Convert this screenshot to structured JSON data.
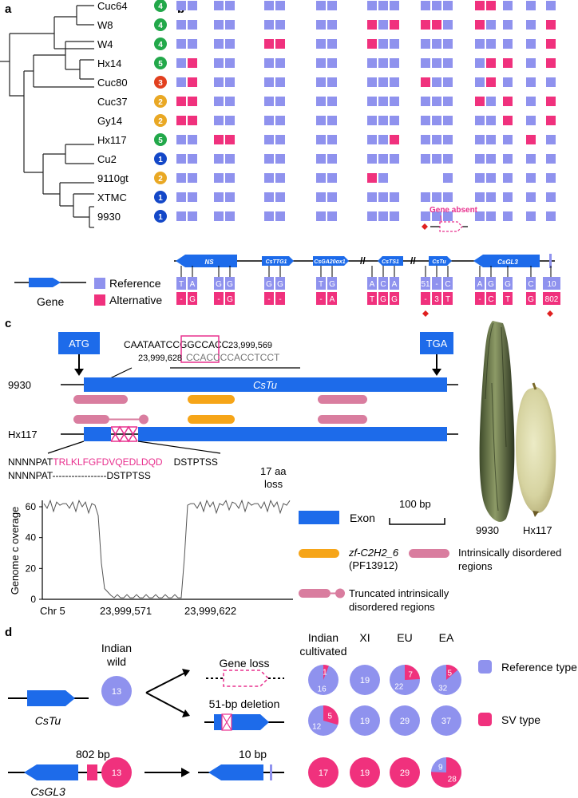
{
  "panel_labels": {
    "a": "a",
    "b": "b",
    "c": "c",
    "d": "d"
  },
  "colors": {
    "reference": "#8f92ee",
    "alternative": "#f0317d",
    "exon": "#1d6bea",
    "zf": "#f6a518",
    "idr": "#d97d9f",
    "cluster_green": "#22a84a",
    "cluster_red": "#e2401f",
    "cluster_orange": "#e9a824",
    "cluster_blue": "#1448c8",
    "magenta_text": "#e8308e"
  },
  "panel_a": {
    "accessions": [
      {
        "name": "Cuc64",
        "cluster": "4",
        "color": "green"
      },
      {
        "name": "W8",
        "cluster": "4",
        "color": "green"
      },
      {
        "name": "W4",
        "cluster": "4",
        "color": "green"
      },
      {
        "name": "Hx14",
        "cluster": "5",
        "color": "green"
      },
      {
        "name": "Cuc80",
        "cluster": "3",
        "color": "red"
      },
      {
        "name": "Cuc37",
        "cluster": "2",
        "color": "orange"
      },
      {
        "name": "Gy14",
        "cluster": "2",
        "color": "orange"
      },
      {
        "name": "Hx117",
        "cluster": "5",
        "color": "green"
      },
      {
        "name": "Cu2",
        "cluster": "1",
        "color": "blue"
      },
      {
        "name": "9110gt",
        "cluster": "2",
        "color": "orange"
      },
      {
        "name": "XTMC",
        "cluster": "1",
        "color": "blue"
      },
      {
        "name": "9930",
        "cluster": "1",
        "color": "blue"
      }
    ],
    "legend": {
      "gene": "Gene",
      "reference": "Reference",
      "alternative": "Alternative"
    }
  },
  "panel_b": {
    "genes": [
      "NS",
      "CsTTG1",
      "CsGA20ox1",
      "CsTS1",
      "CsTu",
      "CsGL3"
    ],
    "gene_absent_label": "Gene absent",
    "ref_alleles": [
      "T",
      "A",
      "G",
      "G",
      "G",
      "G",
      "T",
      "G",
      "A",
      "C",
      "A",
      "51",
      "-",
      "C",
      "A",
      "G",
      "G",
      "C",
      "10"
    ],
    "alt_alleles": [
      "-",
      "G",
      "-",
      "G",
      "-",
      "-",
      "-",
      "A",
      "T",
      "G",
      "G",
      "-",
      "3",
      "T",
      "-",
      "C",
      "T",
      "G",
      "802"
    ],
    "genotypes": [
      "0000000000000011000",
      "0000000010111010001",
      "0000110010000000001",
      "0100000000000001101",
      "0100000000010001000",
      "1100000000000010101",
      "1100000000000000101",
      "0011000000100000010",
      "0000000000000000000",
      "0000000010NNN000000",
      "0000000000000000000",
      "0000000000000000000"
    ]
  },
  "panel_c": {
    "atg": "ATG",
    "tga": "TGA",
    "seq_top": "CAATAATCCGGCCACC",
    "seq_top_pos": "23,999,569",
    "seq_bottom_pos": "23,999,628",
    "seq_bottom": "CCACCCCACCTCCT",
    "line_9930": "9930",
    "line_hx117": "Hx117",
    "gene_name": "CsTu",
    "aa_ref_prefix": "NNNNPAT",
    "aa_ref_deleted": "TRLKLFGFDVQEDLDQD",
    "aa_ref_suffix": "DSTPTSS",
    "aa_alt": "NNNNPAT-----------------DSTPTSS",
    "aa_loss": [
      "17 aa",
      "loss"
    ],
    "photo_labels": [
      "9930",
      "Hx117"
    ],
    "coverage": {
      "ylabel": "Genome c overage",
      "yticks": [
        "0",
        "20",
        "40",
        "60"
      ],
      "xticks": [
        "Chr 5",
        "23,999,571",
        "23,999,622"
      ],
      "high_level": 62,
      "dropout_level": 1
    },
    "legend": {
      "exon": "Exon",
      "scale": "100 bp",
      "zf_name": "zf-C2H2_6",
      "zf_pf": "(PF13912)",
      "idr": [
        "Intrinsically disordered",
        "regions"
      ],
      "truncated": [
        "Truncated intrinsically",
        "disordered regions"
      ]
    }
  },
  "panel_d": {
    "indian_wild": [
      "Indian",
      "wild"
    ],
    "headers": [
      "Indian\ncultivated",
      "XI",
      "EU",
      "EA"
    ],
    "gene_loss": "Gene loss",
    "deletion": "51-bp deletion",
    "cstu": "CsTu",
    "csgl3": "CsGL3",
    "bp802": "802 bp",
    "bp10": "10 bp",
    "legend": {
      "ref": "Reference type",
      "sv": "SV type"
    },
    "wild_counts": {
      "cstu": 13,
      "csgl3": 13
    },
    "rows": [
      [
        {
          "ref": 16,
          "sv": 1
        },
        {
          "ref": 19,
          "sv": 0
        },
        {
          "ref": 22,
          "sv": 7
        },
        {
          "ref": 32,
          "sv": 5
        }
      ],
      [
        {
          "ref": 12,
          "sv": 5
        },
        {
          "ref": 19,
          "sv": 0
        },
        {
          "ref": 29,
          "sv": 0
        },
        {
          "ref": 37,
          "sv": 0
        }
      ],
      [
        {
          "ref": 0,
          "sv": 17
        },
        {
          "ref": 0,
          "sv": 19
        },
        {
          "ref": 0,
          "sv": 29
        },
        {
          "ref": 9,
          "sv": 28
        }
      ]
    ]
  }
}
